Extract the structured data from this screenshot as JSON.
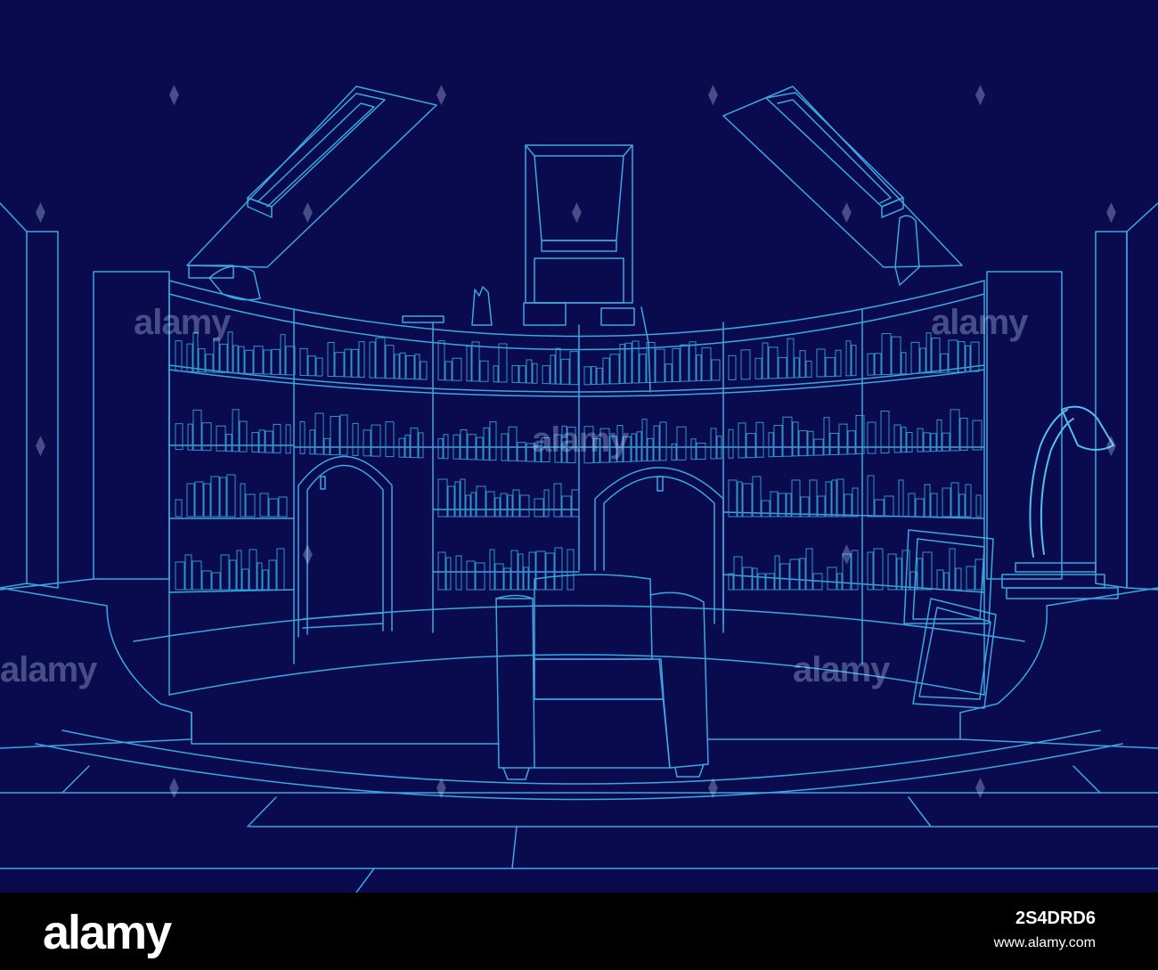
{
  "scene": {
    "background_color": "#0a0a4e",
    "line_color": "#3aa8e0",
    "highlight_color": "#51c0f2"
  },
  "watermarks": {
    "text": "alamy",
    "icon": "alamy-a-icon"
  },
  "footer": {
    "logo": "alamy",
    "image_id": "2S4DRD6",
    "url": "www.alamy.com"
  }
}
